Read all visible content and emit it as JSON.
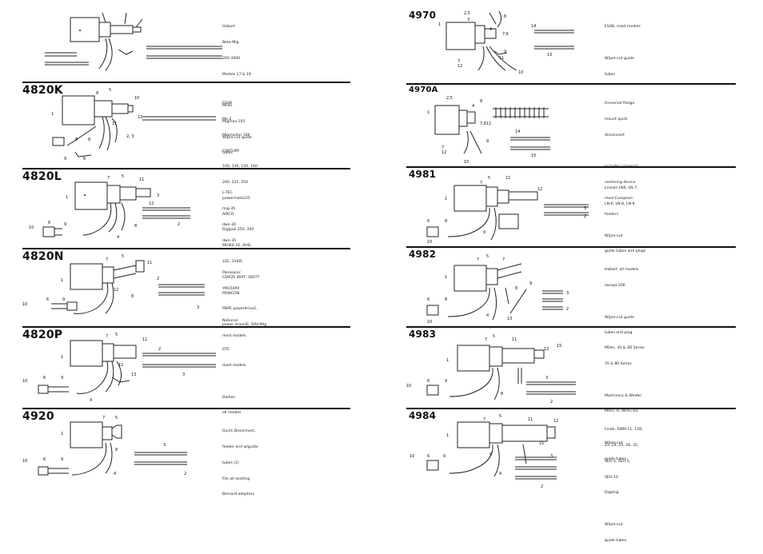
{
  "left_column": [
    {
      "code": "",
      "desc": [
        "Hobart",
        "Beta-Mig",
        "200-3000",
        "Models 17 & 19",
        "",
        "Miller",
        "Migmax 105",
        "W/pre-cut guide",
        "tubes"
      ]
    },
    {
      "code": "4820K",
      "desc": [
        "ESAB",
        "Mo-2",
        "Migmaster 180",
        "CENTURY",
        "100, 130, 150, 160",
        "200, 225, 250",
        "powermate225",
        "AIRCO",
        "Digipak 250, 300",
        "MIGKit 2E, 4HD,",
        "22E, 1V4D,",
        "CEM35 369T, 3007T",
        "POWCON",
        "PDPE powerdrive2,",
        "power drive3E, DAV-Mig"
      ],
      "labels": [
        "8",
        "5",
        "10",
        "1",
        "12",
        "11",
        "2, 3",
        "8",
        "8",
        "9",
        "6"
      ]
    },
    {
      "code": "4820L",
      "desc": [
        "L-TEC",
        "mig-35",
        "dwn-30",
        "dwn-35"
      ],
      "labels": [
        "7",
        "5",
        "11",
        "12",
        "3",
        "1",
        "2",
        "8",
        "10",
        "6",
        "9",
        "4"
      ]
    },
    {
      "code": "4820N",
      "desc": [
        "Panasonic",
        "YM150PX",
        "",
        "National",
        "most models"
      ],
      "labels": [
        "7",
        "5",
        "11",
        "2",
        "1",
        "12",
        "3",
        "10",
        "6",
        "9",
        "8"
      ]
    },
    {
      "code": "4820P",
      "desc": [
        "OTC",
        "most models",
        "",
        "Daihen",
        "all models"
      ],
      "labels": [
        "7",
        "5",
        "11",
        "2",
        "1",
        "12",
        "13",
        "3",
        "10",
        "6",
        "9",
        "4"
      ]
    },
    {
      "code": "4920",
      "desc": [
        "Quick Disconnect,",
        "feeder end w/guide",
        "tubes (2)",
        "Fits all existing",
        "Bernard adapters"
      ],
      "labels": [
        "7",
        "5",
        "1",
        "8",
        "3",
        "10",
        "6",
        "9",
        "4",
        "2"
      ]
    }
  ],
  "right_column": [
    {
      "code": "4970",
      "desc": [
        "ESAB, most models",
        "",
        "W/pre-cut guide",
        "tubes"
      ],
      "labels": [
        "2,5",
        "8",
        "1",
        "3",
        "4",
        "7,6",
        "14",
        "7",
        "12",
        "11",
        "9",
        "13",
        "10"
      ]
    },
    {
      "code": "4970A",
      "desc": [
        "Universal flange",
        "mount quick",
        "disconnect",
        "",
        "includes universal",
        "centering device",
        "most European",
        "feeders"
      ],
      "labels": [
        "2,5",
        "8",
        "4",
        "1",
        "7,6",
        "11",
        "14",
        "7",
        "12",
        "9",
        "15",
        "10"
      ]
    },
    {
      "code": "4981",
      "desc": [
        "Lincoln LN4, LN-7,",
        "LN-6, LN-8, LN-9",
        "",
        "W/pre-cut",
        "guide tubes and plugs"
      ],
      "labels": [
        "5",
        "11",
        "7",
        "12",
        "1",
        "3",
        "2",
        "6",
        "8",
        "9",
        "10"
      ]
    },
    {
      "code": "4982",
      "desc": [
        "Hobart, all models",
        "except 200",
        "",
        "W/pre-cut guide",
        "tubes and plug"
      ],
      "labels": [
        "5",
        "7",
        "7",
        "1",
        "8",
        "3",
        "6",
        "8",
        "2",
        "9",
        "10",
        "4",
        "13"
      ]
    },
    {
      "code": "4983",
      "desc": [
        "Miller, 30 & 3D Series",
        "70 & 80 Series",
        "",
        "Machinery & Welder",
        "MHFC-H, MHFC-B1",
        "",
        "W/pre-cut",
        "guide tubes"
      ],
      "labels": [
        "5",
        "11",
        "7",
        "12",
        "15",
        "1",
        "3",
        "10",
        "6",
        "9",
        "8",
        "2"
      ]
    },
    {
      "code": "4984",
      "desc": [
        "Linde, SWM-11, 15B,",
        "23, 24, 25, 26, 35,",
        "SEH-3, SEH-5,",
        "SEH-10",
        "Digimig",
        "",
        "W/pre-cut",
        "guide tubes"
      ],
      "labels": [
        "5",
        "7",
        "11",
        "12",
        "1",
        "15",
        "10",
        "6",
        "9",
        "8",
        "3",
        "4",
        "2"
      ]
    }
  ]
}
